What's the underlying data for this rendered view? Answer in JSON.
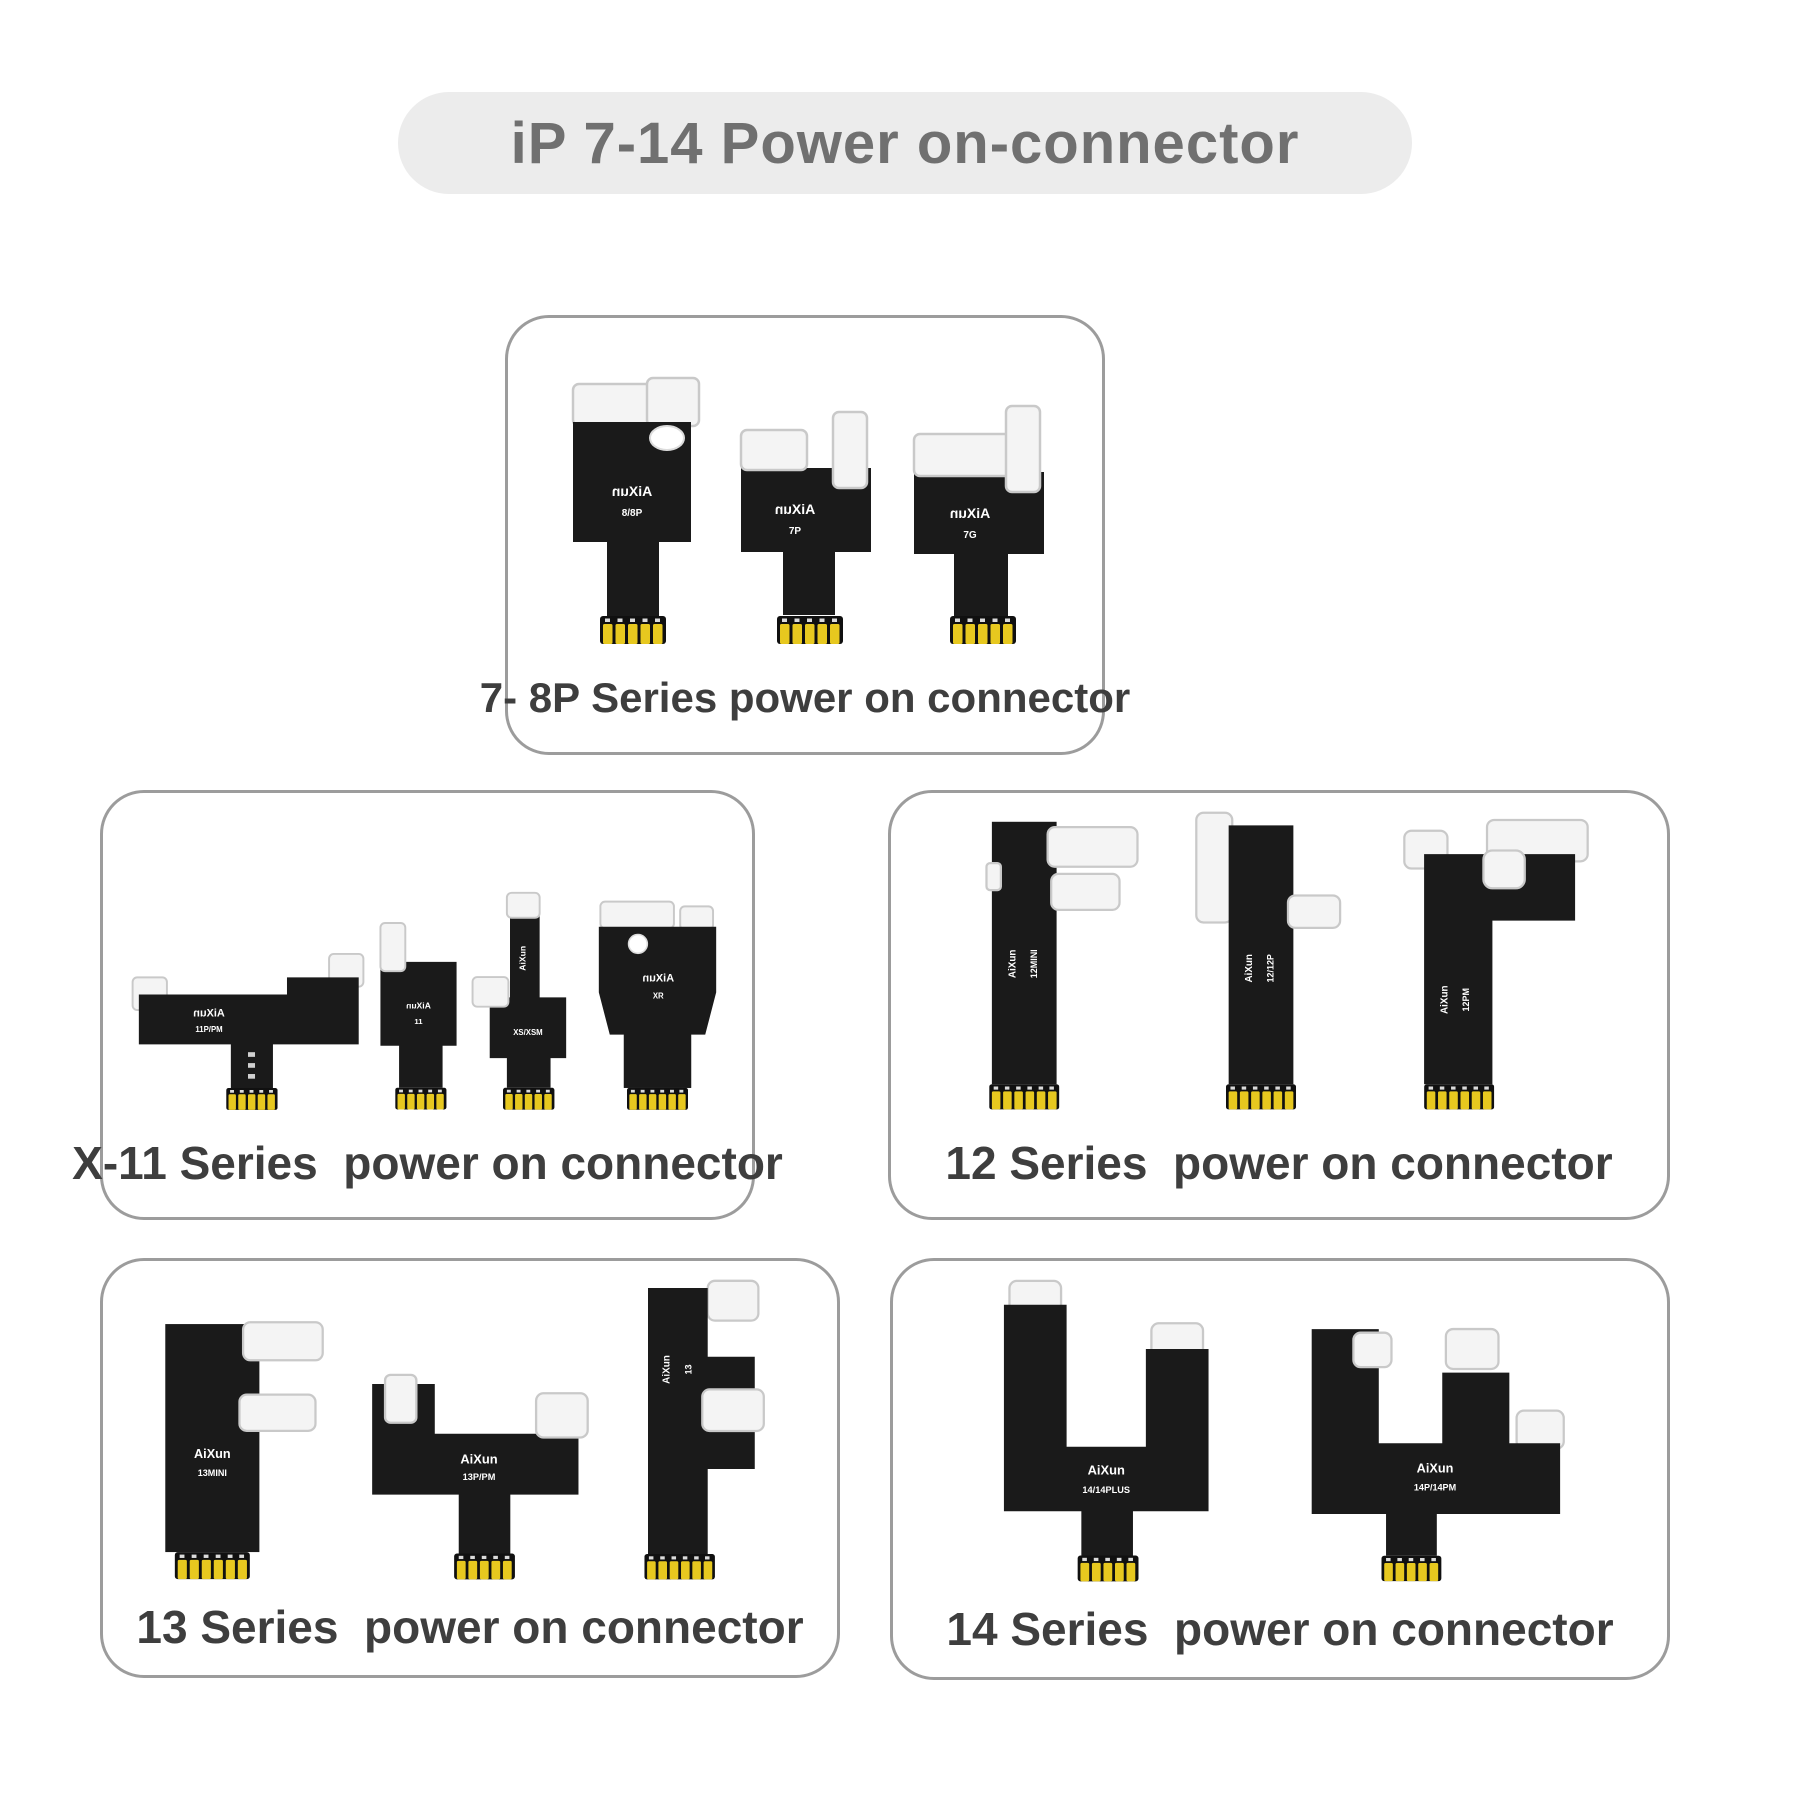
{
  "title": "iP 7-14 Power on-connector",
  "brand": {
    "mark": "AiXun"
  },
  "panels": [
    {
      "name": "7-8P Series",
      "caption": "7- 8P Series power on connector",
      "connectors": [
        {
          "model": "8/8P"
        },
        {
          "model": "7P"
        },
        {
          "model": "7G"
        }
      ]
    },
    {
      "name": "X-11 Series",
      "caption": "X-11 Series  power on connector",
      "connectors": [
        {
          "model": "11P/PM"
        },
        {
          "model": "11"
        },
        {
          "model": "XS/XSM"
        },
        {
          "model": "XR"
        }
      ]
    },
    {
      "name": "12 Series",
      "caption": "12 Series  power on connector",
      "connectors": [
        {
          "model": "12MINI"
        },
        {
          "model": "12/12P"
        },
        {
          "model": "12PM"
        }
      ]
    },
    {
      "name": "13 Series",
      "caption": "13 Series  power on connector",
      "connectors": [
        {
          "model": "13MINI"
        },
        {
          "model": "13P/PM"
        },
        {
          "model": "13"
        }
      ]
    },
    {
      "name": "14 Series",
      "caption": "14 Series  power on connector",
      "connectors": [
        {
          "model": "14/14PLUS"
        },
        {
          "model": "14P/14PM"
        }
      ]
    }
  ],
  "colors": {
    "page_bg": "#ffffff",
    "pill_bg": "#ececec",
    "pill_text": "#707070",
    "panel_border": "#9c9c9c",
    "caption_text": "#3e3e3e",
    "cable_body": "#1a1a1a",
    "cable_tab": "#f4f4f4",
    "tab_edge": "#c9c9c9",
    "pin_gold": "#e7c81f",
    "pin_base": "#101010"
  }
}
